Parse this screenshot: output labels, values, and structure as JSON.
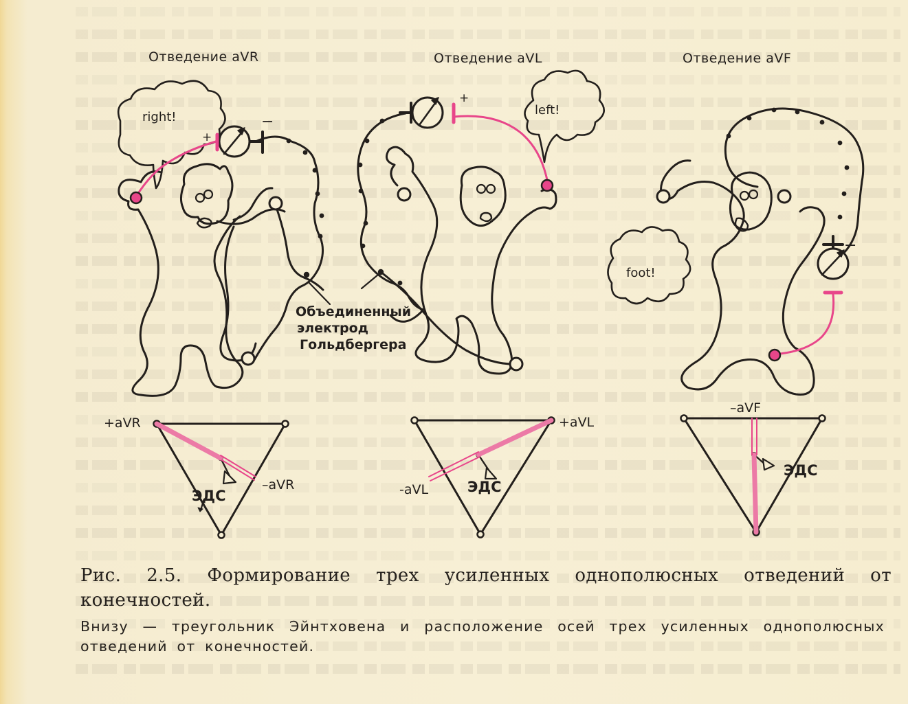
{
  "figure": {
    "lead_titles": [
      "Отведение aVR",
      "Отведение aVL",
      "Отведение aVF"
    ],
    "speech": [
      "right!",
      "left!",
      "foot!"
    ],
    "electrode_label": [
      "Объединенный",
      "электрод",
      "Гольдбергера"
    ],
    "triangle_labels": {
      "avr": {
        "plus": "+aVR",
        "minus": "–aVR",
        "emf": "ЭДС"
      },
      "avl": {
        "plus": "+aVL",
        "minus": "-aVL",
        "emf": "ЭДС"
      },
      "avf": {
        "minus": "–aVF",
        "emf": "ЭДС"
      }
    },
    "meter_signs": {
      "plus": "+",
      "minus": "−"
    }
  },
  "caption": {
    "main": "Рис. 2.5. Формирование трех усиленных однополюсных отведений от конечностей.",
    "sub": "Внизу — треугольник Эйнтховена и расположение осей трех усиленных однополюсных отведений от конечностей."
  },
  "colors": {
    "paper": "#f7efd5",
    "ink": "#231f1c",
    "magenta": "#e8468a",
    "magenta_fill": "#ec7aa6"
  }
}
